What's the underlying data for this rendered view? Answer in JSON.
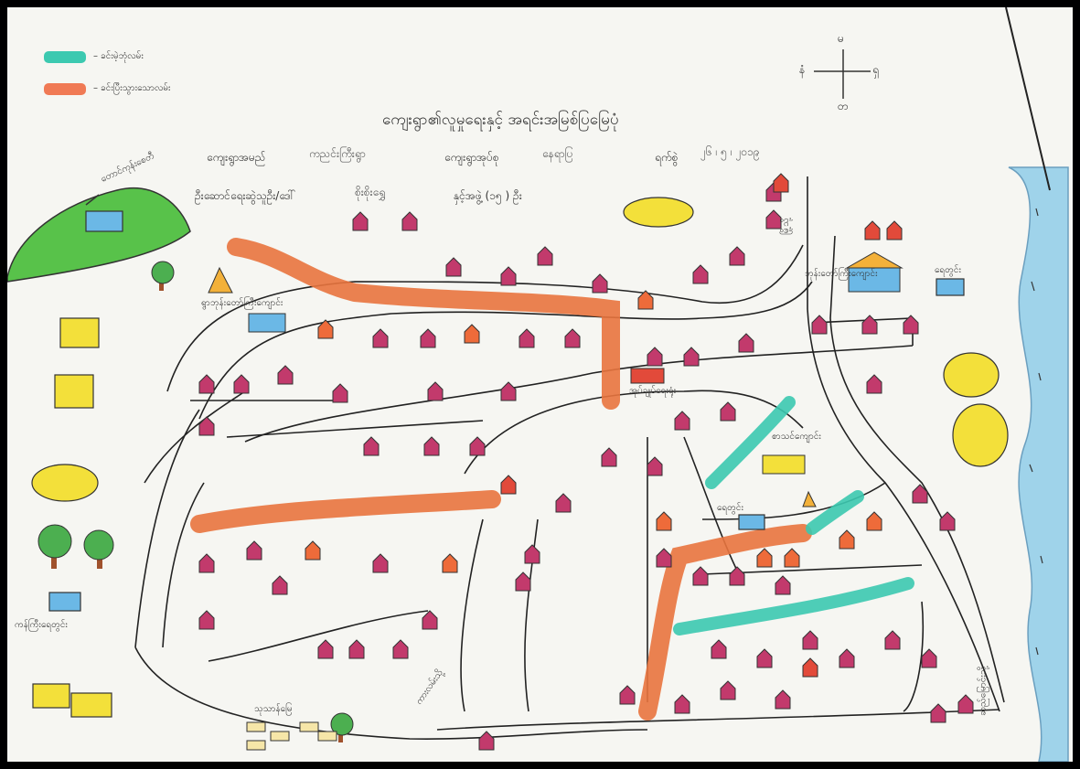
{
  "legend": {
    "items": [
      {
        "label": "– ခင်းမဲ့ဘုံလမ်း",
        "color": "#3cc9b0"
      },
      {
        "label": "– ခင်းပြီးသွားသောလမ်း",
        "color": "#f07a55"
      }
    ]
  },
  "title": "ကျေးရွာ၏လူမှုရေးနှင့် အရင်းအမြစ်ပြမြေပုံ",
  "meta": {
    "village_name_label": "ကျေးရွာအမည်",
    "village_name": "ကညင်းကြီးရွာ",
    "village_group_label": "ကျေးရွာအုပ်စု",
    "village_group": "နေရာပြ",
    "date_label": "ရက်စွဲ",
    "date": "၂၆ ၊ ၅ ၊ ၂၀၁၉",
    "leader_label": "ဦးဆောင်ရေးဆွဲသူဦး/ဒေါ်",
    "leader": "စိုးစိုးရွှေ",
    "members_label": "နှင့်အဖွဲ့ (၁၅ ) ဦး"
  },
  "compass": {
    "n": "မ",
    "s": "တ",
    "e": "ရှ",
    "w": "နံ"
  },
  "places": {
    "hill": "တောင်ကုန်းစေတီ",
    "pagoda": "ရွာဘုန်းတော်ကြီးကျောင်း",
    "monastery": "ဘုန်းတော်ကြီးကျောင်း",
    "well_right": "ရေတွင်း",
    "to_town_top": "မြို့သို့",
    "school": "စာသင်ကျောင်း",
    "village_office": "အုပ်ချုပ်ရေးရုံး",
    "well_center": "ရေတွင်း",
    "pond_left": "ကန်ကြီးရေတွင်း",
    "cemetery": "သုသာန်မြေ",
    "to_road_bottom": "ကားလမ်းသို့",
    "to_river": "ဆည်မြောင်းသို့"
  }
}
